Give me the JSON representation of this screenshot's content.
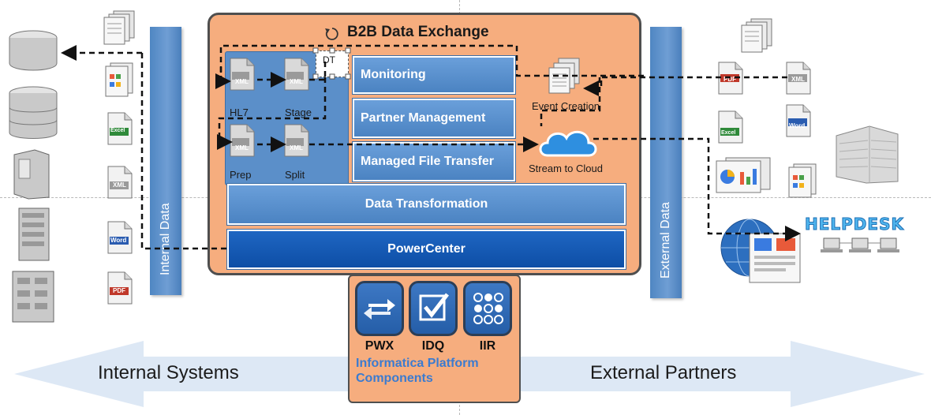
{
  "b2b": {
    "title": "B2B Data Exchange",
    "dt_label": "DT",
    "services": {
      "monitoring": "Monitoring",
      "partner_management": "Partner Management",
      "managed_file_transfer": "Managed File Transfer",
      "data_transformation": "Data Transformation",
      "powercenter": "PowerCenter"
    },
    "files": {
      "hl7": "HL7",
      "stage": "Stage",
      "prep": "Prep",
      "split": "Split",
      "badge": "XML"
    },
    "event_creation": "Event Creation",
    "stream_to_cloud": "Stream to Cloud"
  },
  "bars": {
    "internal": "Internal Data",
    "external": "External Data"
  },
  "platform": {
    "components": [
      {
        "label": "PWX",
        "icon": "exchange-arrows-icon"
      },
      {
        "label": "IDQ",
        "icon": "checkbox-icon"
      },
      {
        "label": "IIR",
        "icon": "circle-grid-icon"
      }
    ],
    "caption_line1": "Informatica Platform",
    "caption_line2": "Components"
  },
  "bottom": {
    "internal_systems": "Internal Systems",
    "external_partners": "External Partners"
  },
  "left_docs": [
    "Excel",
    "XML",
    "Word",
    "PDF"
  ],
  "right_docs": [
    "PDF",
    "XML",
    "Excel",
    "Word"
  ],
  "helpdesk": "HELPDESK",
  "colors": {
    "orange_panel": "#f6ad7e",
    "service_blue": "#5b8fc9",
    "powercenter_blue": "#0d4ea6",
    "bar_blue": "#6f9ed4",
    "arrow_fill": "#dde8f5",
    "caption_blue": "#3b7bd0"
  }
}
